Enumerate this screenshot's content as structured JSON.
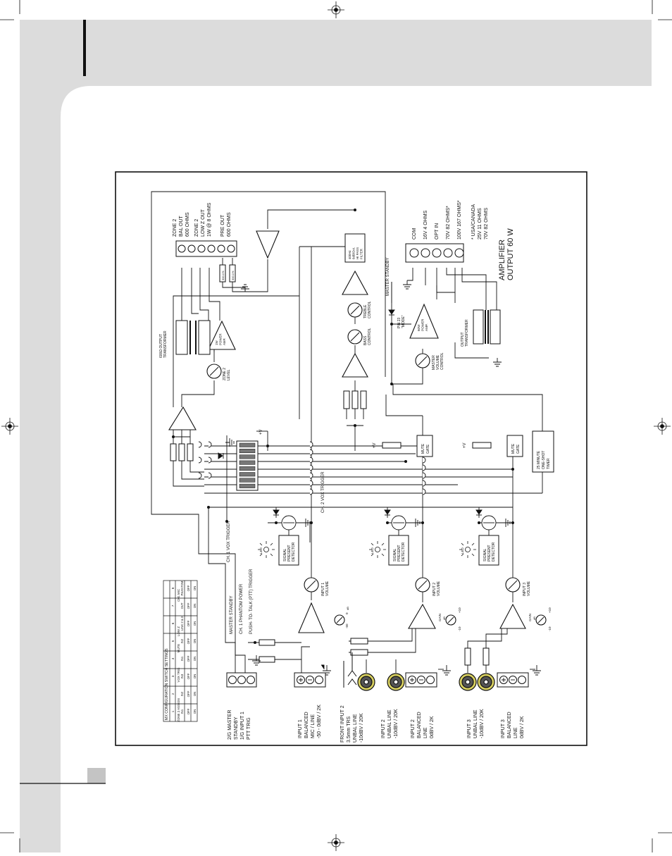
{
  "config_table": {
    "title": "MX CONFIGURATION SWITCH SETTINGS",
    "header_numbers": [
      "1",
      "2",
      "3",
      "4",
      "5",
      "6",
      "7",
      "8"
    ],
    "header_labels": [
      "ZONE 2 ASSIGN",
      "VOX TRIG",
      "MUTE",
      "LOW Z",
      "CH1 MIC"
    ],
    "header_sub": [
      "IN1",
      "IN2",
      "IN3",
      "IN1",
      "IN2",
      "LINK 2 & 3",
      "OUT",
      "PHANTOM"
    ],
    "off_row": [
      "OFF",
      "OFF",
      "OFF",
      "OFF",
      "OFF",
      "OFF",
      "OFF",
      "OFF"
    ],
    "on_row": [
      "ON",
      "ON",
      "ON",
      "ON",
      "ON",
      "ON",
      "ON",
      "ON"
    ]
  },
  "inputs": {
    "master_standby": [
      "2/G MASTER",
      "STANDBY",
      "1/G INPUT 1",
      "PTT TRIG"
    ],
    "input1": [
      "INPUT 1",
      "BALANCED",
      "MIC / LINE",
      "-50 - 0dBV / 2K"
    ],
    "front_input2": [
      "FRONT INPUT 2",
      "3.5mm TRS",
      "UNBAL LINE",
      "-10dBV / 20K"
    ],
    "input2_unbal": [
      "INPUT 2",
      "UNBAL LINE",
      "-10dBV / 20K"
    ],
    "input2_bal": [
      "INPUT 2",
      "BALANCED",
      "LINE",
      "0dBV / 2K"
    ],
    "input3_unbal": [
      "INPUT 3",
      "UNBAL LINE",
      "-10dBV / 20K"
    ],
    "input3_bal": [
      "INPUT 3",
      "BALANCED",
      "LINE",
      "0dBV / 2K"
    ]
  },
  "signals": {
    "master_standby": "MASTER STANDBY",
    "ch1_phantom": "CH. 1 PHANTOM POWER",
    "ptt": "PUSH- TO- TALK (PTT) TRIGGER",
    "ch1_vox": "CH. 1 VOX TRIGGER",
    "ch2_vox": "CH. 2 VOX TRIGGER",
    "master_standby_right": "MASTER STANDBY"
  },
  "blocks": {
    "signal_present": [
      "SIGNAL",
      "PRESENT",
      "DETECTOR"
    ],
    "led": "LED",
    "mute_gate": [
      "MUTE",
      "GATE"
    ],
    "timer": [
      "25 MINUTE",
      "ONE-SHOT",
      "TIMER"
    ],
    "vplus": "+V",
    "input1_volume": [
      "INPUT 1",
      "VOLUME"
    ],
    "input2_volume": [
      "INPUT 2",
      "VOLUME"
    ],
    "input3_volume": [
      "INPUT 3",
      "VOLUME"
    ],
    "gain": "GAIN",
    "gain_db": "dB",
    "gain_range": [
      "-10",
      "+10"
    ],
    "gain1_range": [
      "-50",
      "0"
    ],
    "bass": [
      "BASS",
      "CONTROL"
    ],
    "treble": [
      "TREBLE",
      "CONTROL"
    ],
    "filter": [
      "400Hz",
      "6dB/Oct.",
      "HI PASS",
      "FILTER"
    ],
    "pin": [
      "PIN 23",
      "\"MODE\""
    ],
    "power_amp": [
      "60W",
      "POWER",
      "AMP."
    ],
    "master_volume": [
      "MASTER",
      "VOLUME",
      "CONTROL"
    ],
    "output_transformer": [
      "OUTPUT",
      "TRANSFORMER"
    ],
    "zone2_level": [
      "ZONE 2",
      "LEVEL"
    ],
    "transformer_600": [
      "600Ω OUTPUT",
      "TRANSFORMER"
    ],
    "zone2_amp": [
      "1W",
      "POWER",
      "AMP."
    ],
    "resistor": "300.1%"
  },
  "zone_outputs": {
    "bal_out": [
      "ZONE 2",
      "BAL OUT",
      "600 OHMS"
    ],
    "low_z_out": [
      "ZONE 2",
      "LOW Z OUT",
      "1W @ 8 OHMS"
    ],
    "pre_out": [
      "PRE OUT",
      "600 OHMS"
    ]
  },
  "amplifier_outputs": {
    "taps": [
      "COM",
      "16V 4 OHMS",
      "OPT IN",
      "70V 82 OHMS*",
      "100V 167 OHMS*"
    ],
    "note": [
      "* USA/CANADA",
      "25V 11 OHMS",
      "70V 82 OHMS"
    ],
    "title": [
      "AMPLIFIER",
      "OUTPUT 60 W"
    ]
  }
}
